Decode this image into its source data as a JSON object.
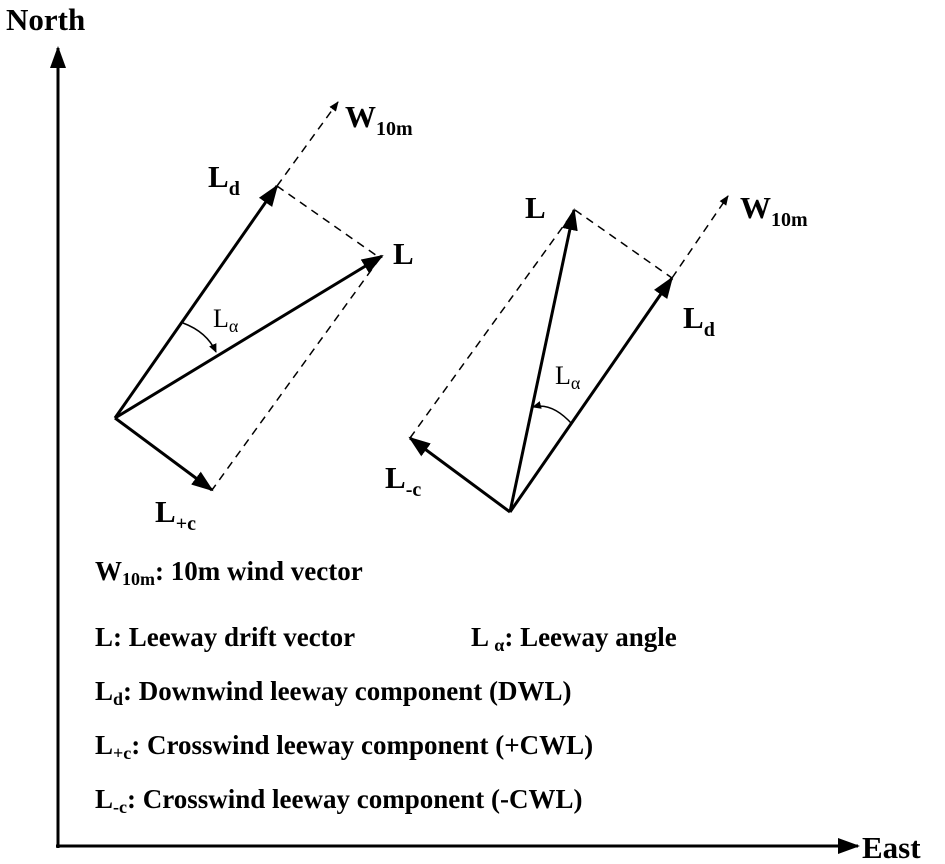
{
  "axes": {
    "north": "North",
    "east": "East"
  },
  "left_diagram": {
    "w_main": "W",
    "w_sub": "10m",
    "ld_main": "L",
    "ld_sub": "d",
    "l": "L",
    "angle_main": "L",
    "angle_sub": "α",
    "lc_main": "L",
    "lc_sub": "+c"
  },
  "right_diagram": {
    "w_main": "W",
    "w_sub": "10m",
    "ld_main": "L",
    "ld_sub": "d",
    "l": "L",
    "angle_main": "L",
    "angle_sub": "α",
    "lc_main": "L",
    "lc_sub": "-c"
  },
  "legend": {
    "w": {
      "main": "W",
      "sub": "10m",
      "text": ": 10m wind  vector"
    },
    "l": {
      "text": "L: Leeway drift  vector"
    },
    "la": {
      "main": "L ",
      "sub": "α",
      "text": ": Leeway angle"
    },
    "ld": {
      "main": "L",
      "sub": "d",
      "text": ": Downwind  leeway component (DWL)"
    },
    "lpc": {
      "main": "L",
      "sub": "+c",
      "text": ": Crosswind  leeway component (+CWL)"
    },
    "lmc": {
      "main": "L",
      "sub": "-c",
      "text": ": Crosswind  leeway component (-CWL)"
    }
  }
}
